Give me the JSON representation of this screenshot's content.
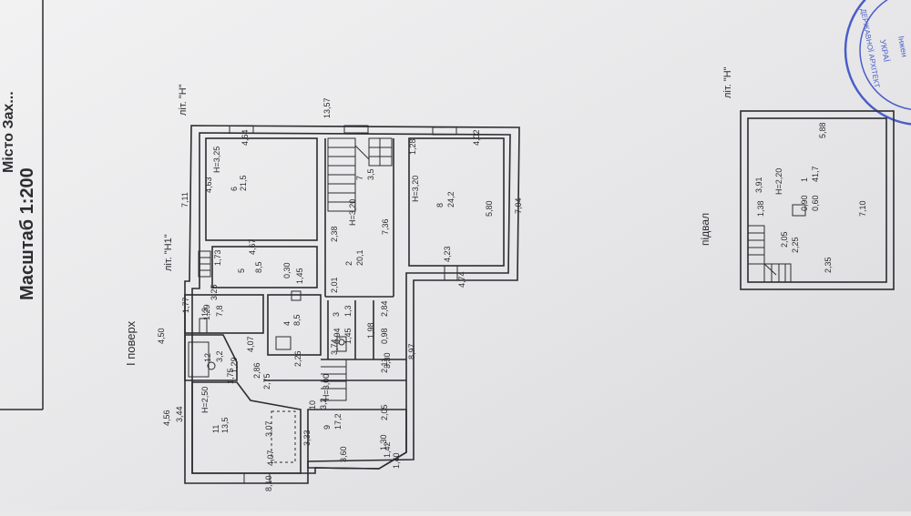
{
  "sheet": {
    "header_partial": "Місто Зах...",
    "scale": "Масштаб 1:200"
  },
  "stamp": {
    "text_1": "ДЕРЖАВНОЇ АРХІТЕКТ",
    "text_2": "УКРАЇ",
    "text_3": "Інжен"
  },
  "main_plan": {
    "floor_title": "І поверх",
    "lit_h_top": "літ. \"Н\"",
    "lit_h1": "літ. \"Н1\"",
    "labels": [
      "13,57",
      "7,11",
      "7,04",
      "4,50",
      "4,56",
      "8,10",
      "8,97",
      "4,63",
      "4,64",
      "H=3,25",
      "6",
      "21,5",
      "1,73",
      "4,67",
      "5",
      "8,5",
      "1,77",
      "3,25",
      "13",
      "7,8",
      "4,07",
      "1,29",
      "1,29",
      "12",
      "3,2",
      "1,75",
      "H=2,50",
      "3,44",
      "11",
      "13,5",
      "3,07",
      "4,07",
      "0,30",
      "1,45",
      "4",
      "8,5",
      "3,74",
      "2,26",
      "2,38",
      "2,01",
      "H=3,20",
      "2",
      "20,1",
      "7,36",
      "7",
      "3,5",
      "H=3,20",
      "8",
      "24,2",
      "1,28",
      "4,02",
      "5,80",
      "4,23",
      "4,74",
      "3",
      "1,3",
      "0,94",
      "1,45",
      "1,98",
      "0,98",
      "2,84",
      "10",
      "3,2",
      "2,86",
      "2,75",
      "9",
      "17,2",
      "H=3,00",
      "3,33",
      "2,11",
      "2,05",
      "3,30",
      "3,60",
      "1,30",
      "1,40",
      "1,42"
    ]
  },
  "basement_plan": {
    "title": "літ. \"Н\"",
    "side_label": "підвал",
    "labels": [
      "5,88",
      "3,91",
      "H=2,20",
      "1",
      "41,7",
      "1,38",
      "0,90",
      "0,60",
      "2,05",
      "2,25",
      "2,35",
      "7,10"
    ]
  },
  "colors": {
    "paper": "#e9e9ea",
    "ink": "#2c2c30",
    "stamp": "#4a5dc9"
  }
}
